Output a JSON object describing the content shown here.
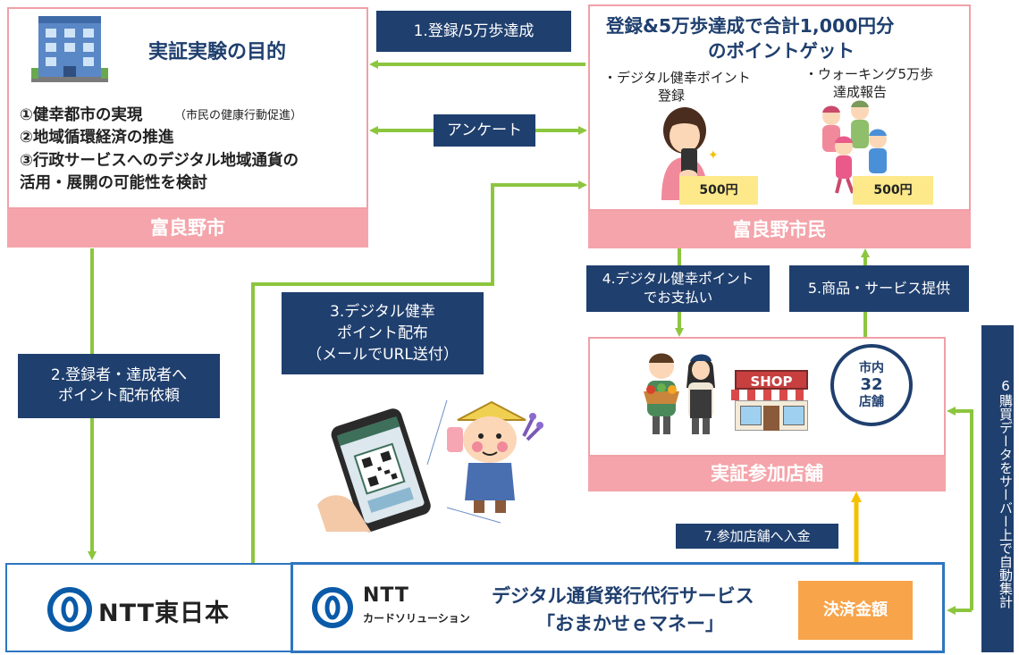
{
  "city": {
    "goal_title": "実証実験の目的",
    "goals": [
      "①健幸都市の実現",
      "②地域循環経済の推進",
      "③行政サービスへのデジタル地域通貨の",
      "活用・展開の可能性を検討"
    ],
    "goal1_note": "（市民の健康行動促進）",
    "name": "富良野市"
  },
  "citizen": {
    "headline_1": "登録&5万歩達成で合計1,000円分",
    "headline_2": "のポイントゲット",
    "item1_line1": "・デジタル健幸ポイント",
    "item1_line2": "登録",
    "item1_amount": "500円",
    "item2_line1": "・ウォーキング5万歩",
    "item2_line2": "達成報告",
    "item2_amount": "500円",
    "name": "富良野市民"
  },
  "shops": {
    "shop_sign": "SHOP",
    "circle_line1": "市内",
    "circle_line2": "32",
    "circle_line3": "店舗",
    "name": "実証参加店舗"
  },
  "steps": {
    "s1": "1.登録/5万歩達成",
    "questionnaire": "アンケート",
    "s2_line1": "2.登録者・達成者へ",
    "s2_line2": "ポイント配布依頼",
    "s3_line1": "3.デジタル健幸",
    "s3_line2": "ポイント配布",
    "s3_line3": "（メールでURL送付）",
    "s4_line1": "4.デジタル健幸ポイント",
    "s4_line2": "でお支払い",
    "s5": "5.商品・サービス提供",
    "s6": "6購買データをサーバー上で自動集計",
    "s7": "7.参加店舗へ入金"
  },
  "ntt_east": {
    "logo_text": "NTT東日本"
  },
  "ntt_card": {
    "logo_line1": "NTT",
    "logo_line2": "カードソリューション",
    "service_line1": "デジタル通貨発行代行サービス",
    "service_line2": "「おまかせｅマネー」",
    "payment": "決済金額"
  },
  "colors": {
    "navy": "#1f3f6e",
    "pink_border": "#f0a0a8",
    "pink_bar": "#f4a4aa",
    "green_arrow": "#8cc63f",
    "yellow_arrow": "#f5c000",
    "blue_border": "#2e75c0",
    "orange": "#f7a44a"
  },
  "icons": [
    "building-icon",
    "woman-phone-icon",
    "walking-family-icon",
    "shopkeepers-icon",
    "shop-icon",
    "smartphone-qr-icon",
    "mascot-icon",
    "ntt-logo-icon"
  ]
}
